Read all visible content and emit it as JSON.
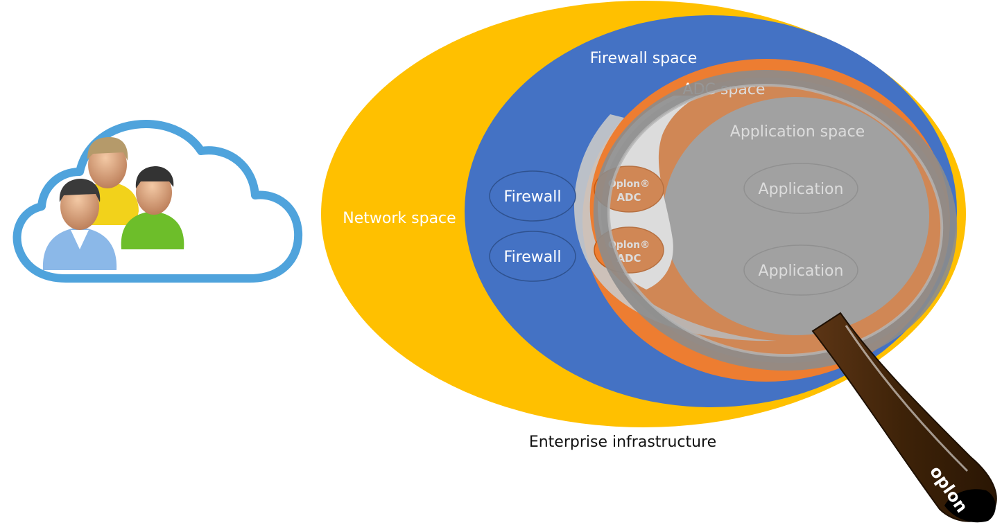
{
  "labels": {
    "network_space": "Network space",
    "firewall_space": "Firewall space",
    "adc_space": "ADC space",
    "application_space": "Application space",
    "enterprise": "Enterprise infrastructure"
  },
  "firewalls": [
    "Firewall",
    "Firewall"
  ],
  "adcs": [
    {
      "line1": "Oplon®",
      "line2": "ADC"
    },
    {
      "line1": "Oplon®",
      "line2": "ADC"
    }
  ],
  "applications": [
    "Application",
    "Application"
  ],
  "magnifier_brand": "oplon",
  "colors": {
    "network": "#FFC000",
    "firewall": "#4472C4",
    "adc": "#ED7D31",
    "application": "#A5A5A5",
    "cloud": "#4FA3DC",
    "handle": "#4A2A10"
  },
  "icons": {
    "cloud": "cloud-icon",
    "users": "users-group-icon",
    "magnifier": "magnifying-glass-icon"
  }
}
